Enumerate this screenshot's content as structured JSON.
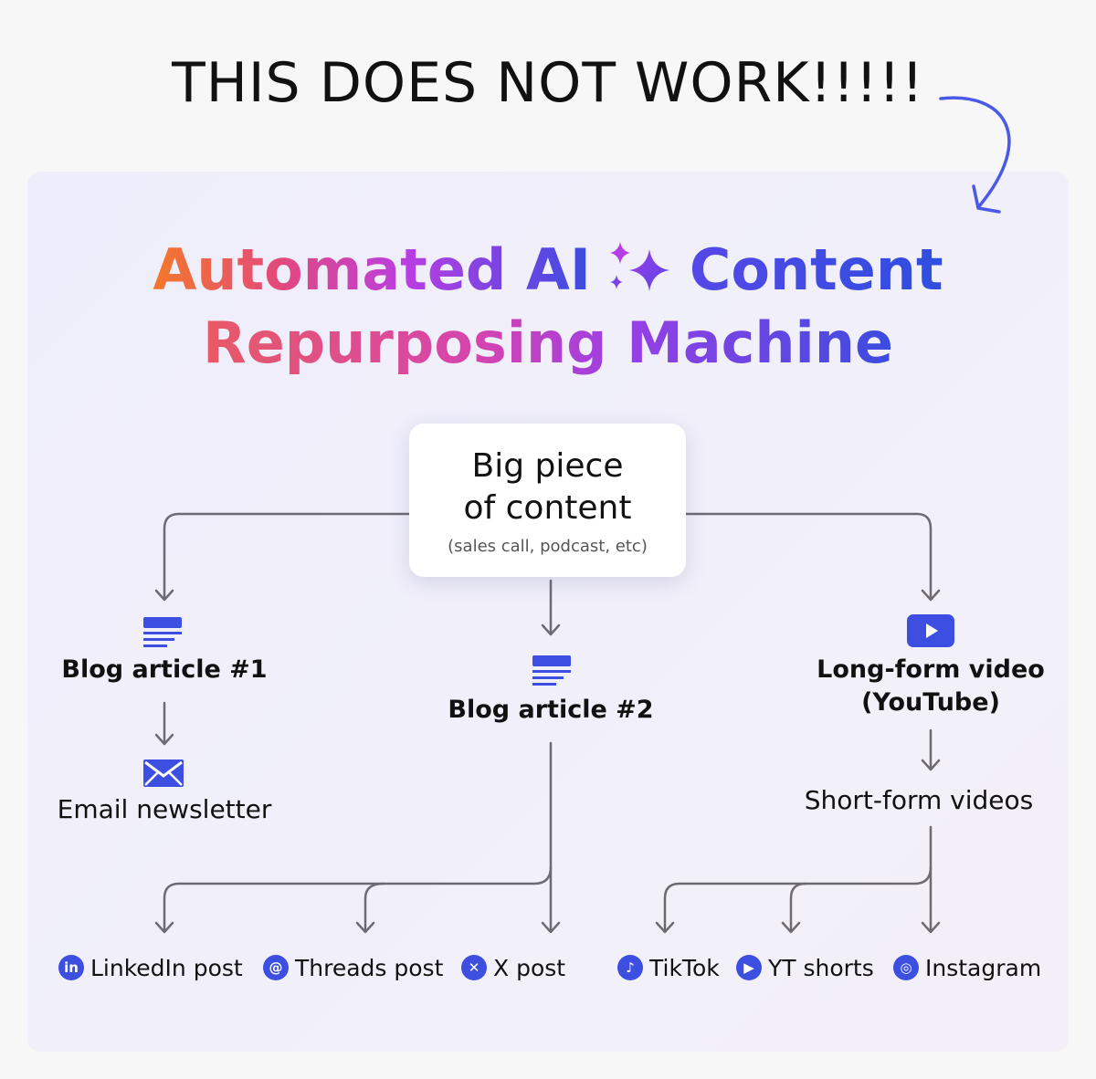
{
  "headline": "THIS DOES NOT WORK!!!!!",
  "title": {
    "line1_part1": "Automated AI",
    "line1_part2": "Content",
    "line2": "Repurposing Machine"
  },
  "source": {
    "main": "Big piece of content",
    "main_line1": "Big piece",
    "main_line2": "of content",
    "sub": "(sales call, podcast, etc)"
  },
  "left": {
    "blog": "Blog article #1",
    "email": "Email newsletter"
  },
  "middle": {
    "blog": "Blog article #2"
  },
  "right": {
    "video_line1": "Long-form video",
    "video_line2": "(YouTube)",
    "short": "Short-form videos"
  },
  "outputs": [
    {
      "label": "LinkedIn post",
      "icon": "linkedin-icon"
    },
    {
      "label": "Threads post",
      "icon": "threads-icon"
    },
    {
      "label": "X post",
      "icon": "x-icon"
    },
    {
      "label": "TikTok",
      "icon": "tiktok-icon"
    },
    {
      "label": "YT shorts",
      "icon": "yt-shorts-icon"
    },
    {
      "label": "Instagram",
      "icon": "instagram-icon"
    }
  ],
  "colors": {
    "accent": "#3c4fe0",
    "connector": "#6e6a72",
    "arrow": "#4a5ae6",
    "gradient": [
      "#f5782a",
      "#e2487f",
      "#b93ee3",
      "#3a4ce0"
    ]
  }
}
